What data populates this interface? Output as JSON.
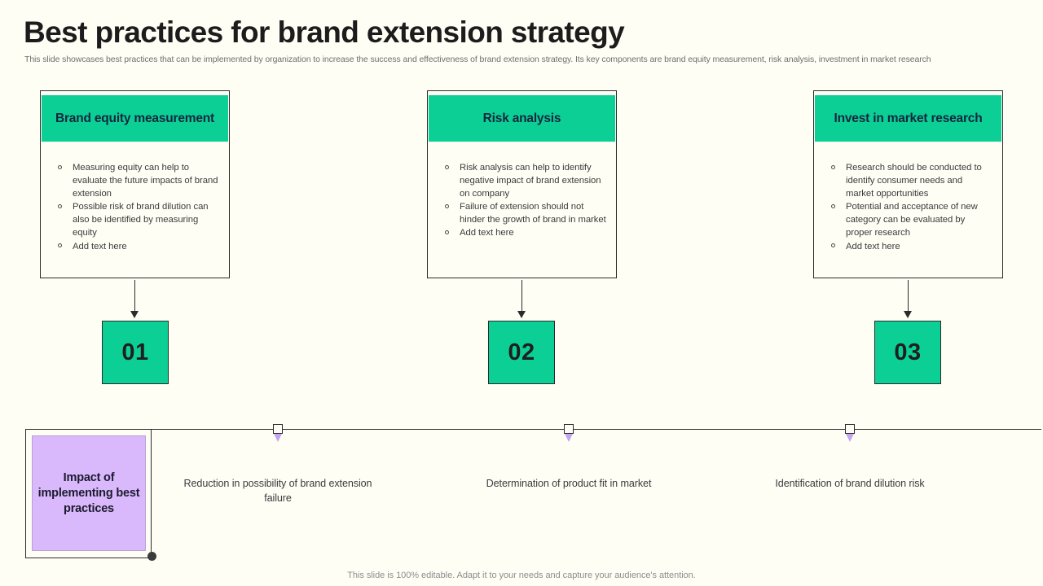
{
  "slide": {
    "title": "Best practices for brand extension strategy",
    "subtitle": "This slide showcases best practices that can be implemented by organization to increase the success and effectiveness of brand extension strategy. Its key components are brand equity measurement, risk analysis, investment in market research",
    "footer_note": "This slide is 100% editable. Adapt it to your needs and capture your audience's attention.",
    "colors": {
      "background": "#fffef5",
      "accent_green": "#0ccf96",
      "accent_purple": "#d9b8fb",
      "marker_purple": "#c6a5f0",
      "outline": "#2b2b2b",
      "title_text": "#1c1c1c",
      "body_text": "#3b3b3b",
      "muted_text": "#6e6e6e"
    }
  },
  "cards": [
    {
      "title": "Brand equity measurement",
      "number": "01",
      "bullets": [
        "Measuring equity can help to evaluate the future impacts of brand extension",
        "Possible risk of brand dilution can also be identified by measuring equity",
        "Add text here"
      ]
    },
    {
      "title": "Risk analysis",
      "number": "02",
      "bullets": [
        "Risk analysis can help to identify negative impact of brand extension on company",
        "Failure of extension should not hinder the growth of brand in market",
        "Add text here"
      ]
    },
    {
      "title": "Invest in market research",
      "number": "03",
      "bullets": [
        "Research should be conducted to identify consumer needs and market opportunities",
        "Potential and acceptance of new category can be evaluated by proper research",
        "Add text here"
      ]
    }
  ],
  "impact": {
    "label": "Impact of implementing best practices",
    "outcomes": [
      "Reduction in possibility of brand extension failure",
      "Determination of product fit in market",
      "Identification of brand dilution risk"
    ]
  }
}
